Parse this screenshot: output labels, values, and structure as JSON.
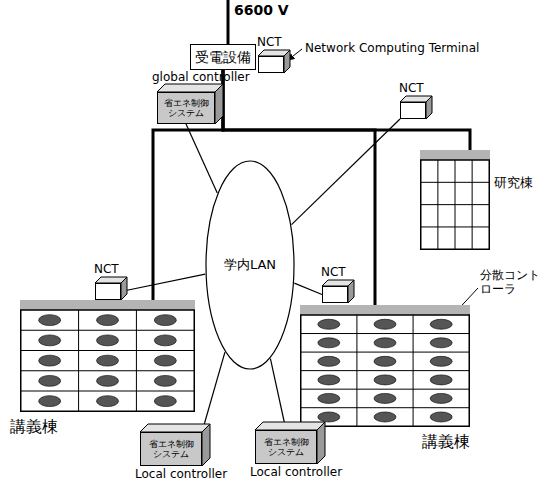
{
  "diagram": {
    "nodes": [
      {
        "text": [
          "受電設備"
        ]
      },
      {
        "text": [
          "NCT"
        ]
      },
      {
        "text": [
          "global controller",
          "省エネ制御システム"
        ]
      },
      {
        "text": [
          "NCT"
        ]
      },
      {
        "text": [
          "研究棟"
        ]
      },
      {
        "text": [
          "学内LAN"
        ]
      },
      {
        "text": [
          "NCT"
        ]
      },
      {
        "text": [
          "NCT"
        ]
      },
      {
        "text": [
          "講義棟"
        ]
      },
      {
        "text": [
          "講義棟"
        ]
      },
      {
        "text": [
          "省エネ制御システム",
          "Local controller"
        ]
      },
      {
        "text": [
          "省エネ制御システム",
          "Local controller"
        ]
      }
    ],
    "edges": [
      {
        "from": 0,
        "to": 8,
        "arrow": "none"
      },
      {
        "from": 0,
        "to": 9,
        "arrow": "none"
      },
      {
        "from": 0,
        "to": 4,
        "arrow": "none"
      },
      {
        "from": 2,
        "to": 5,
        "arrow": "none"
      },
      {
        "from": 3,
        "to": 5,
        "arrow": "none"
      },
      {
        "from": 6,
        "to": 5,
        "arrow": "none"
      },
      {
        "from": 7,
        "to": 5,
        "arrow": "none"
      },
      {
        "from": 10,
        "to": 5,
        "arrow": "none"
      },
      {
        "from": 11,
        "to": 5,
        "arrow": "none"
      }
    ],
    "labels": [
      "6600 V",
      "Network Computing Terminal",
      "分散コントローラ"
    ]
  }
}
